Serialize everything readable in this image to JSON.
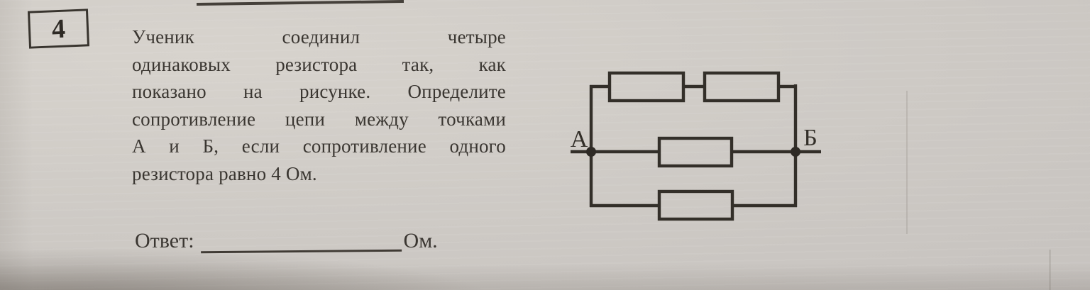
{
  "problem": {
    "number": "4",
    "lines": [
      "Ученик соединил четыре",
      "одинаковых резистора так, как",
      "показано на рисунке. Определите",
      "сопротивление цепи между точками",
      "А и Б, если сопротивление одного",
      "резистора равно 4 Ом."
    ]
  },
  "answer": {
    "label": "Ответ:",
    "value": "",
    "unit": "Ом."
  },
  "figure": {
    "label_left": "А",
    "label_right": "Б",
    "resistor_count": 4,
    "topology": "three parallel branches between points А and Б: top branch has two resistors in series, middle branch one resistor, bottom branch one resistor"
  },
  "colors": {
    "paper": "#cdc9c4",
    "ink": "#332f29"
  }
}
